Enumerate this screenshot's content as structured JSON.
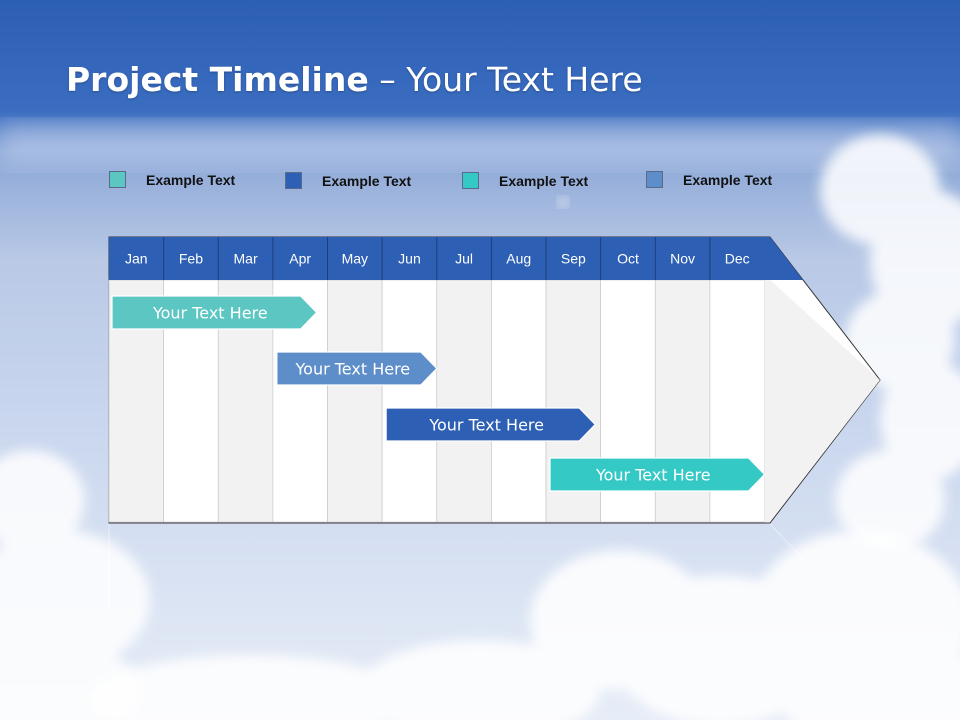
{
  "title": {
    "bold": "Project Timeline",
    "rest": " – Your Text Here"
  },
  "legend": [
    {
      "label": "Example Text",
      "color": "#5cc6c3"
    },
    {
      "label": "Example Text",
      "color": "#2d5fb5"
    },
    {
      "label": "Example Text",
      "color": "#35c9c6"
    },
    {
      "label": "Example Text",
      "color": "#5d8ec9"
    }
  ],
  "timeline": {
    "months": [
      "Jan",
      "Feb",
      "Mar",
      "Apr",
      "May",
      "Jun",
      "Jul",
      "Aug",
      "Sep",
      "Oct",
      "Nov",
      "Dec"
    ],
    "header_color": "#2d5fb5",
    "tasks": [
      {
        "label": "Your  Text Here",
        "start": 0,
        "end": 3.8,
        "color": "#5cc6c3"
      },
      {
        "label": "Your  Text Here",
        "start": 3.0,
        "end": 6.0,
        "color": "#5d8ec9"
      },
      {
        "label": "Your  Text Here",
        "start": 5.0,
        "end": 8.9,
        "color": "#2d5fb5"
      },
      {
        "label": "Your  Text Here",
        "start": 8.0,
        "end": 12.0,
        "color": "#35c9c6"
      }
    ]
  }
}
